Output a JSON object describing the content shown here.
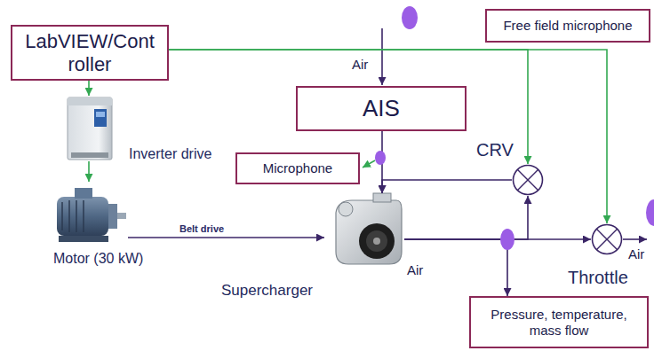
{
  "diagram": {
    "nodes": [
      {
        "text": [
          "LabVIEW/Cont roller"
        ]
      },
      {
        "text": [
          "Free field microphone"
        ]
      },
      {
        "text": [
          "AIS"
        ]
      },
      {
        "text": [
          "Inverter drive"
        ]
      },
      {
        "text": [
          "Microphone"
        ]
      },
      {
        "text": [
          "CRV"
        ]
      },
      {
        "text": [
          "Motor (30 kW)"
        ]
      },
      {
        "text": [
          "Supercharger"
        ]
      },
      {
        "text": [
          "Throttle"
        ]
      },
      {
        "text": [
          "Pressure, temperature, mass flow"
        ]
      }
    ],
    "edges": [
      {
        "from": 0,
        "to": 3,
        "arrow": "to"
      },
      {
        "from": 3,
        "to": 6,
        "arrow": "to"
      },
      {
        "from": 6,
        "to": 7,
        "label": "Belt drive",
        "arrow": "to"
      },
      {
        "from": 0,
        "to": 5,
        "arrow": "to"
      },
      {
        "from": 0,
        "to": 8,
        "arrow": "to"
      },
      {
        "from": 2,
        "to": 7,
        "arrow": "to"
      },
      {
        "from": 5,
        "to": 7,
        "arrow": "to"
      },
      {
        "from": 7,
        "to": 8,
        "arrow": "to"
      },
      {
        "from": 7,
        "to": 5,
        "arrow": "to"
      },
      {
        "from": 7,
        "to": 9,
        "arrow": "to"
      }
    ],
    "labels": [
      "Air",
      "Air",
      "Air"
    ]
  }
}
